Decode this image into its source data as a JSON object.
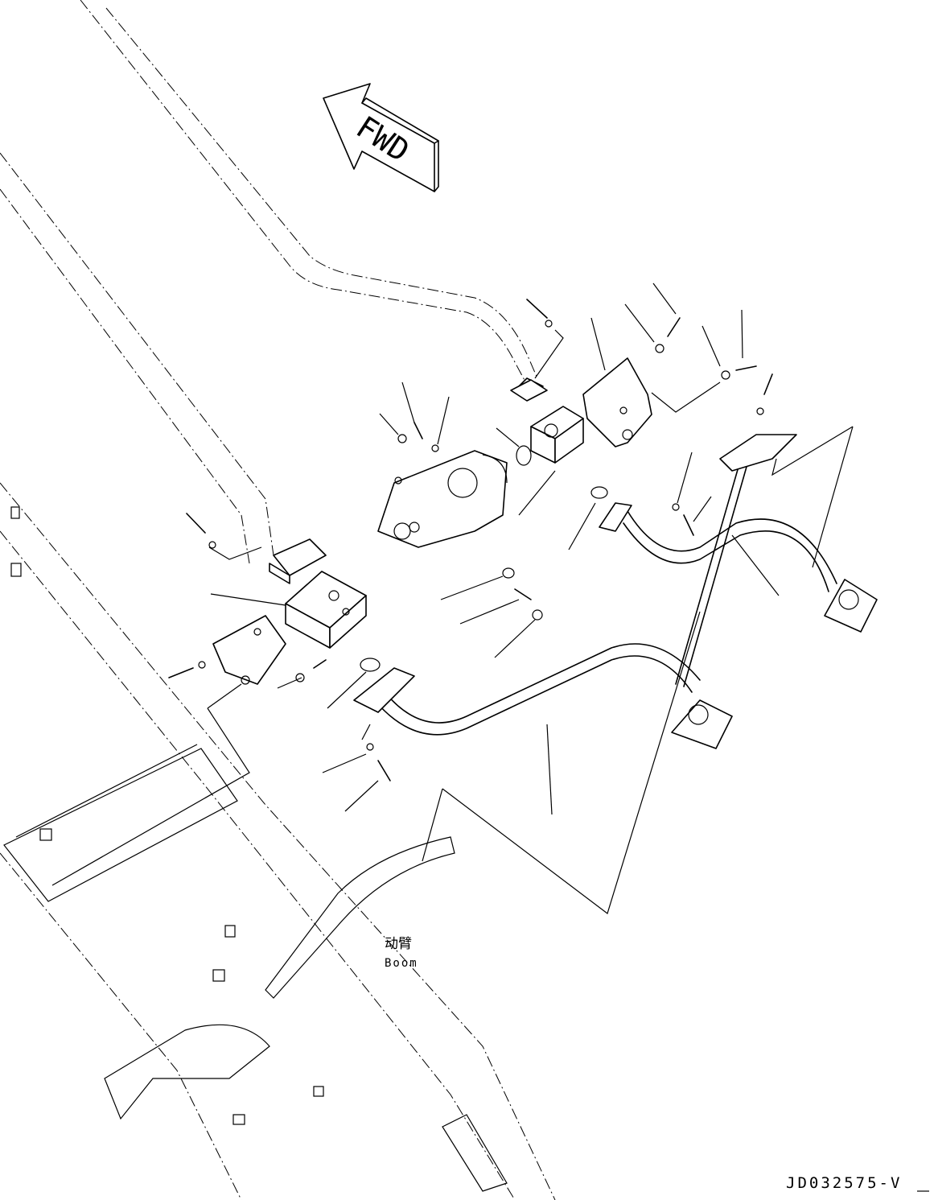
{
  "drawing": {
    "direction_arrow": "FWD",
    "boom_label_cn": "动臂",
    "boom_label_en": "Boom",
    "drawing_code": "JD032575-V"
  }
}
